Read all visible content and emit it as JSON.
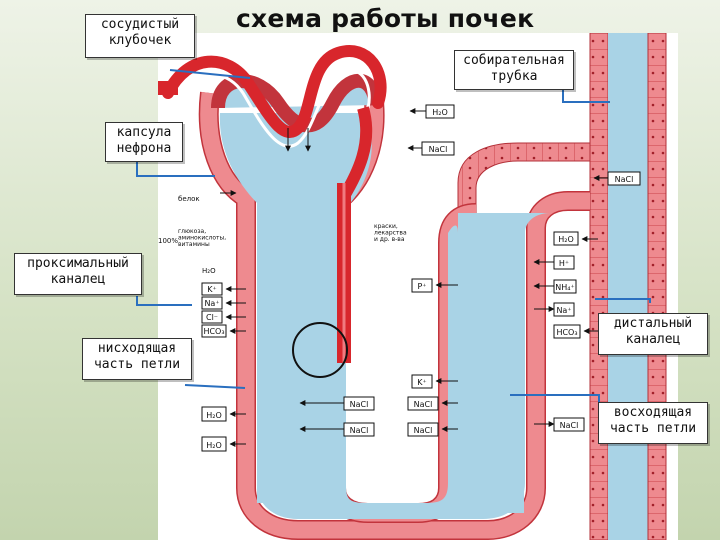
{
  "title": "схема работы почек",
  "callouts": {
    "glomerulus": "сосудистый\nклубочек",
    "collecting_duct": "собирательная\nтрубка",
    "capsule": "капсула\nнефрона",
    "proximal": "проксимальный\nканалец",
    "descending": "нисходящая\nчасть петли",
    "distal": "дистальный\nканалец",
    "ascending": "восходящая\nчасть петли"
  },
  "labels": {
    "protein": "белок",
    "glucose_group": "глюкоза,\nаминокислоты,\nвитамины",
    "pct_100": "100%",
    "dyes": "краски,\nлекарства\nи др. в-ва",
    "h2o": "H₂O",
    "k_plus": "K⁺",
    "na_plus": "Na⁺",
    "cl_minus": "Cl⁻",
    "hco3": "HCO₃",
    "p_plus": "P⁺",
    "h_plus": "H⁺",
    "nh4": "NH₄⁺",
    "nacl": "NaCl"
  },
  "colors": {
    "tubule_wall": "#e8747a",
    "tubule_wall_dark": "#c2343c",
    "lumen": "#a9d3e6",
    "vessel": "#d8262c",
    "accent": "#2a6fbf"
  }
}
